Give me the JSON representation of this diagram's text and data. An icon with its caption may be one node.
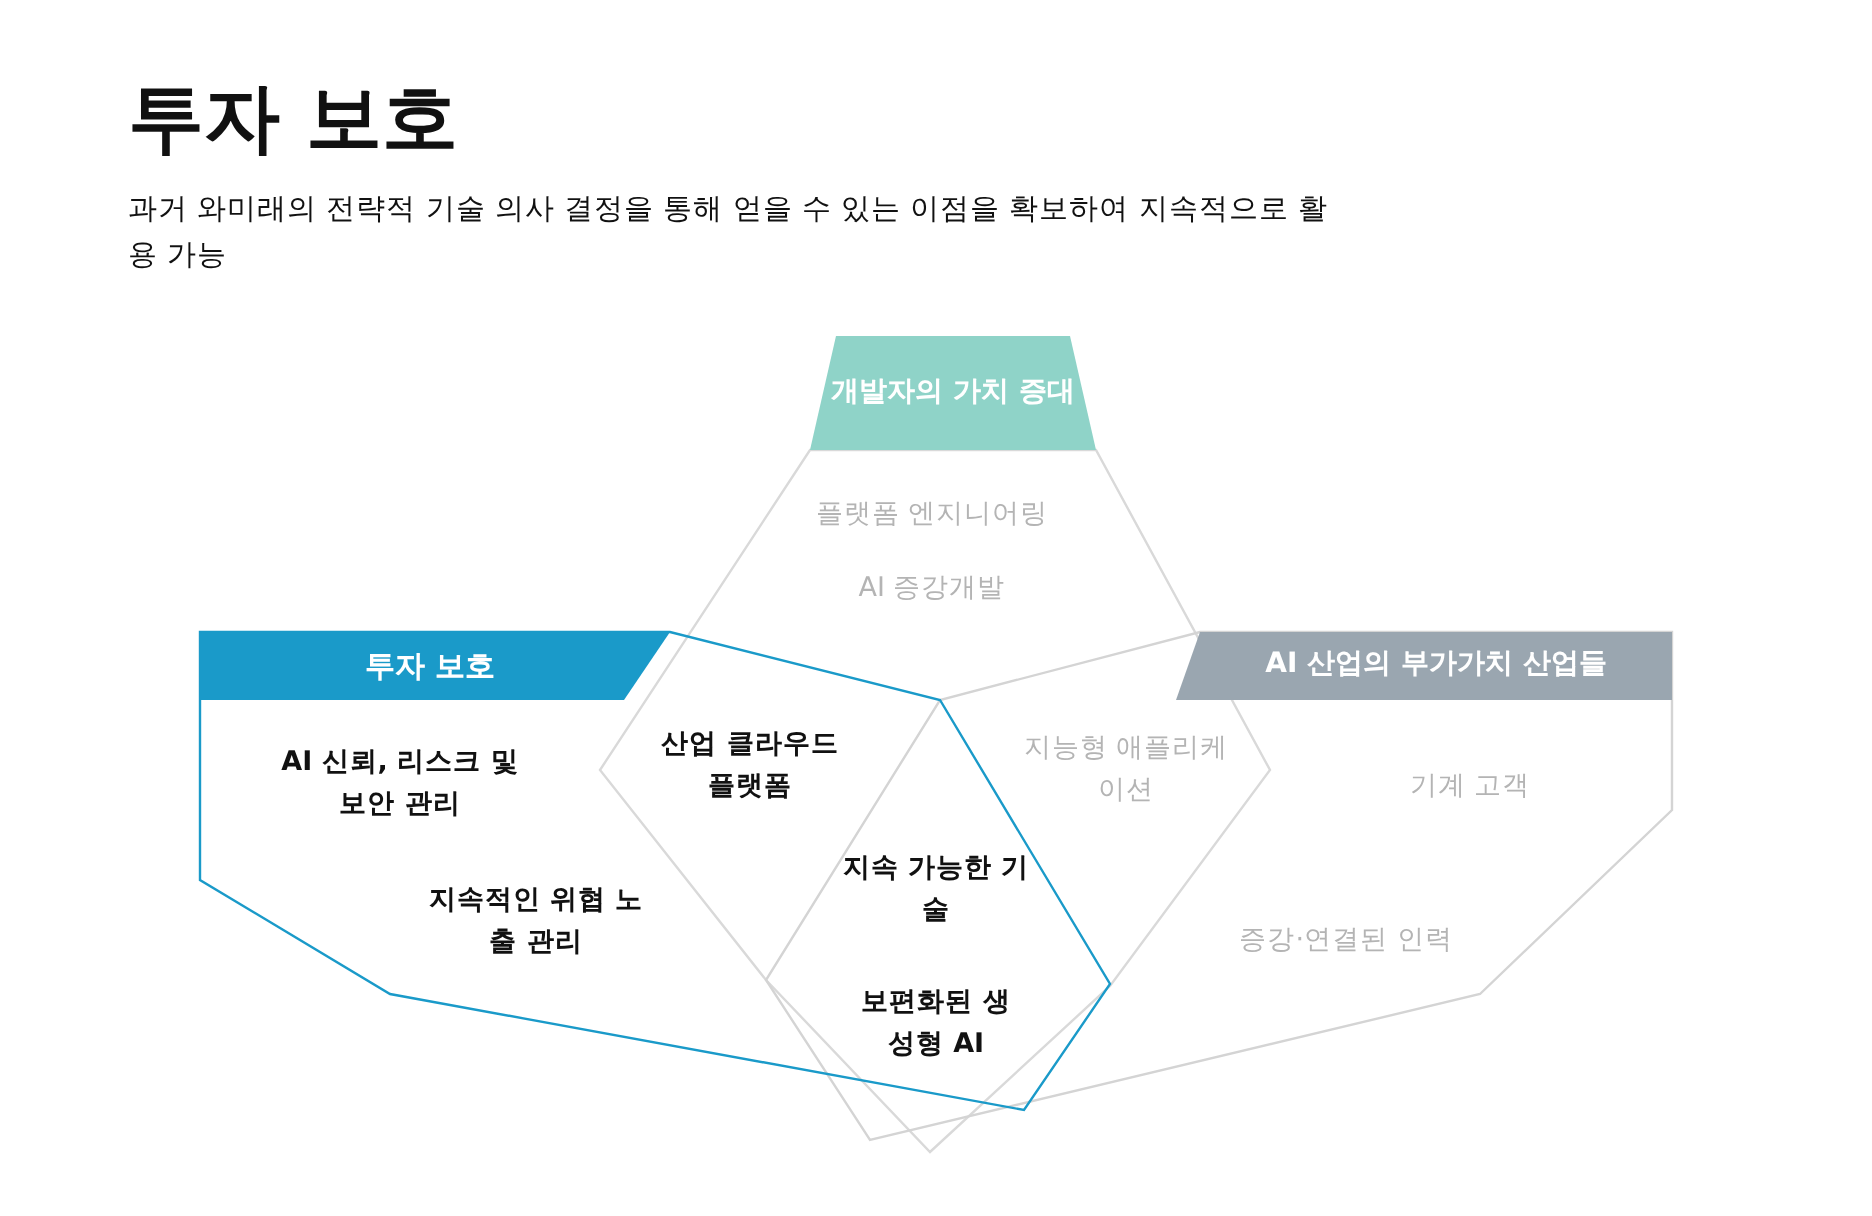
{
  "diagram": {
    "title": "투자 보호",
    "nodes": [
      {
        "text": [
          "개발자의 가치 증대"
        ]
      },
      {
        "text": [
          "투자 보호"
        ]
      },
      {
        "text": [
          "AI 산업의 부가가치 산업들"
        ]
      }
    ],
    "labels": [
      "과거 와미래의 전략적 기술 의사 결정을 통해 얻을 수 있는 이점을 확보하여 지속적으로 활용 가능",
      "플랫폼 엔지니어링",
      "AI 증강개발",
      "AI 신뢰, 리스크 및 보안 관리",
      "산업 클라우드 플랫폼",
      "지능형 애플리케이션",
      "기계 고객",
      "지속적인 위협 노출 관리",
      "지속 가능한 기술",
      "증강·연결된 인력",
      "보편화된 생성형 AI"
    ]
  }
}
